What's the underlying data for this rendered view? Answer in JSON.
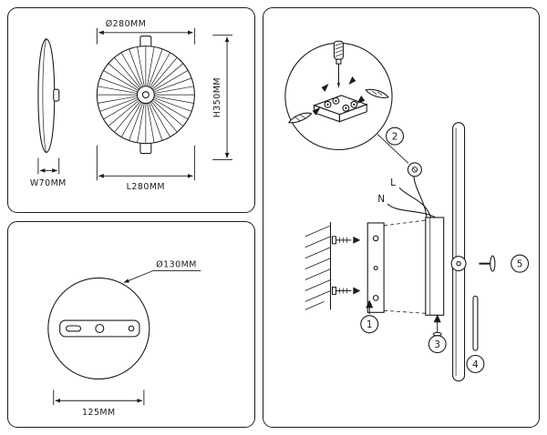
{
  "colors": {
    "line": "#1a1a1a",
    "background": "#ffffff"
  },
  "dimension_panel": {
    "side_width": "W70MM",
    "diameter": "Ø280MM",
    "height": "H350MM",
    "length": "L280MM"
  },
  "base_panel": {
    "diameter": "Ø130MM",
    "hole_spacing": "125MM"
  },
  "install_panel": {
    "wire_live": "L",
    "wire_neutral": "N",
    "steps": {
      "s1": "1",
      "s2": "2",
      "s3": "3",
      "s4": "4",
      "s5": "5"
    }
  }
}
